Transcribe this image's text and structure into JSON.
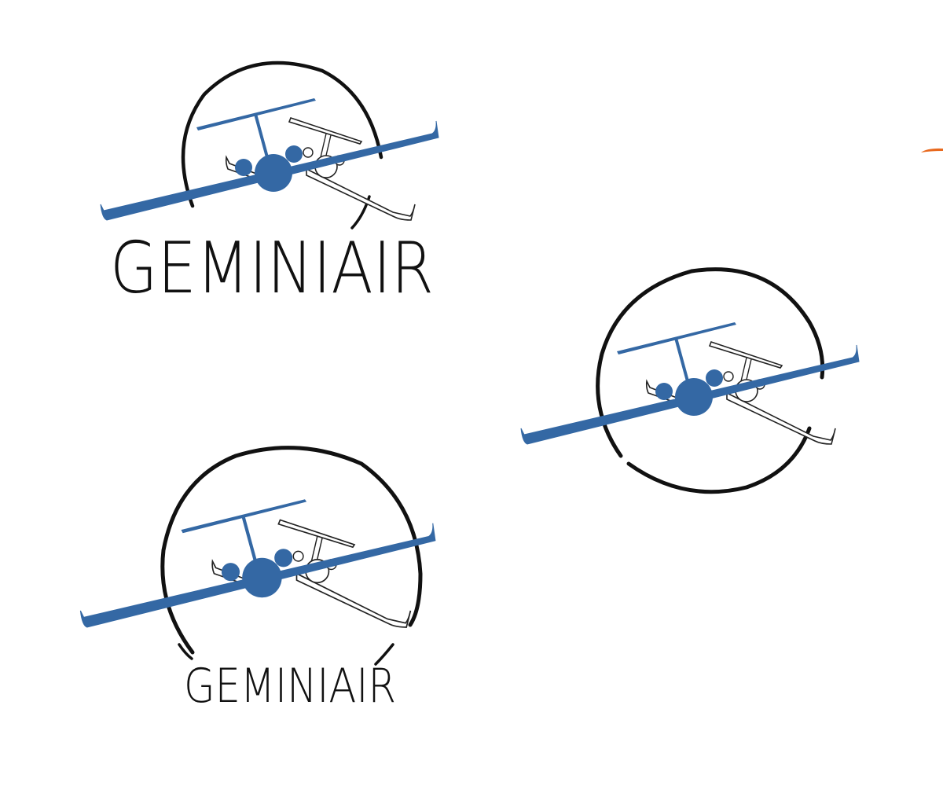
{
  "logos": [
    {
      "variant": "with-wordmark-top",
      "wordmark": "GEMINIAIR"
    },
    {
      "variant": "emblem-only",
      "wordmark": ""
    },
    {
      "variant": "with-wordmark-bottom",
      "wordmark": "GEMINIAIR"
    }
  ],
  "colors": {
    "plane_blue": "#3468a4",
    "ring_black": "#111111",
    "outline": "#222222",
    "accent_orange": "#e8691e"
  },
  "icons": {
    "emblem": "airplane-in-circle-icon",
    "edge": "orange-swoosh-icon"
  }
}
